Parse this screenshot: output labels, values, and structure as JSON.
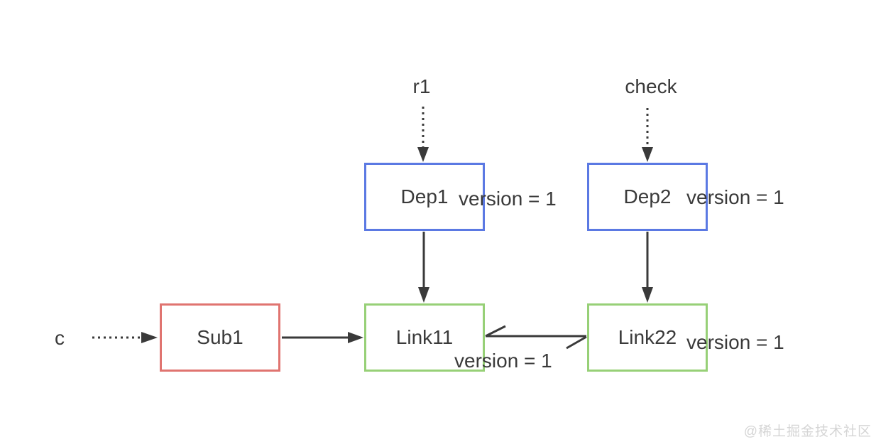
{
  "page": {
    "background": "#ffffff"
  },
  "diagram": {
    "line_color": "#3a3a3a",
    "text_color": "#3a3a3a",
    "nodes": [
      {
        "name": "Dep1",
        "label": "Dep1",
        "version_label": "version = 1",
        "border_color": "#5b79e3"
      },
      {
        "name": "Dep2",
        "label": "Dep2",
        "version_label": "version = 1",
        "border_color": "#5b79e3"
      },
      {
        "name": "Sub1",
        "label": "Sub1",
        "border_color": "#e07470"
      },
      {
        "name": "Link11",
        "label": "Link11",
        "version_label": "version = 1",
        "border_color": "#97d077"
      },
      {
        "name": "Link22",
        "label": "Link22",
        "version_label": "version = 1",
        "border_color": "#97d077"
      }
    ],
    "edge_labels": {
      "r1": "r1",
      "check": "check",
      "c": "c"
    }
  },
  "watermark": {
    "text": "@稀土掘金技术社区",
    "color": "#d5d5d5"
  }
}
